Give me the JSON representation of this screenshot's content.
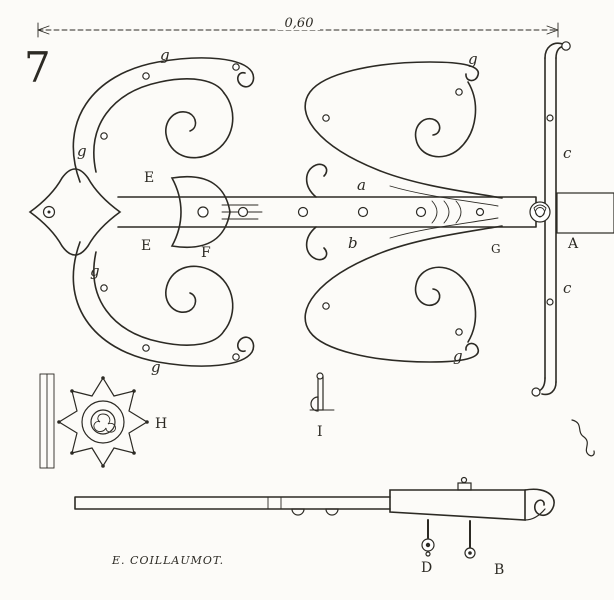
{
  "colors": {
    "ink": "#2c2a24",
    "paper": "#fcfbf8"
  },
  "figure": {
    "number": "7",
    "dimension_label": "0,60",
    "signature": "E. COILLAUMOT."
  },
  "labels": {
    "g_top_left": "g",
    "g_left_upper": "g",
    "g_left_lower": "g",
    "g_bottom_left": "g",
    "g_top_right": "g",
    "g_bottom_right": "g",
    "e_upper": "E",
    "e_lower": "E",
    "f": "F",
    "a": "a",
    "b": "b",
    "c_upper": "c",
    "c_lower": "c",
    "a_cap": "A",
    "g_cap": "G",
    "h_cap": "H",
    "i_cap": "I",
    "d_cap": "D",
    "b_cap": "B"
  }
}
